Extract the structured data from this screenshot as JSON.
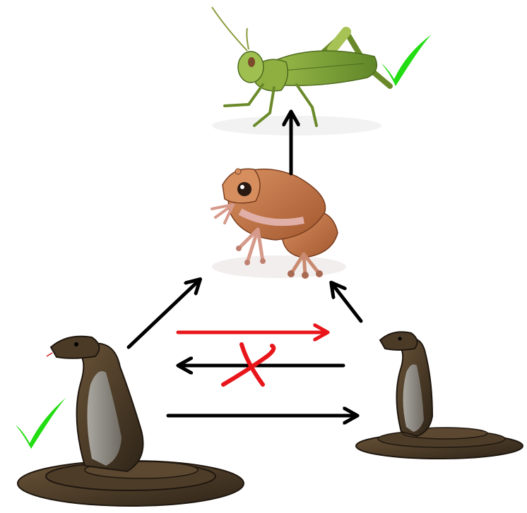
{
  "diagram": {
    "nodes": [
      {
        "id": "grasshopper",
        "icon": "grasshopper-icon",
        "status": "check"
      },
      {
        "id": "frog",
        "icon": "frog-icon",
        "status": null
      },
      {
        "id": "snake-left",
        "icon": "cobra-icon",
        "status": "check"
      },
      {
        "id": "snake-right",
        "icon": "cobra-icon",
        "status": null
      }
    ],
    "edges": [
      {
        "from": "frog",
        "to": "grasshopper",
        "color": "#000000"
      },
      {
        "from": "snake-left",
        "to": "frog",
        "color": "#000000"
      },
      {
        "from": "snake-right",
        "to": "frog",
        "color": "#000000"
      },
      {
        "from": "snake-left",
        "to": "snake-right",
        "color": "#e8161b",
        "crossed": false
      },
      {
        "from": "snake-right",
        "to": "snake-left",
        "color": "#000000",
        "crossed": true
      },
      {
        "from": "snake-left",
        "to": "snake-right",
        "color": "#000000",
        "crossed": false
      }
    ],
    "colors": {
      "check": "#22dd11",
      "cross": "#e8161b",
      "arrow": "#000000",
      "grasshopper": "#7fa33a",
      "frog": "#c87a4a",
      "snake": "#5a4630"
    }
  }
}
